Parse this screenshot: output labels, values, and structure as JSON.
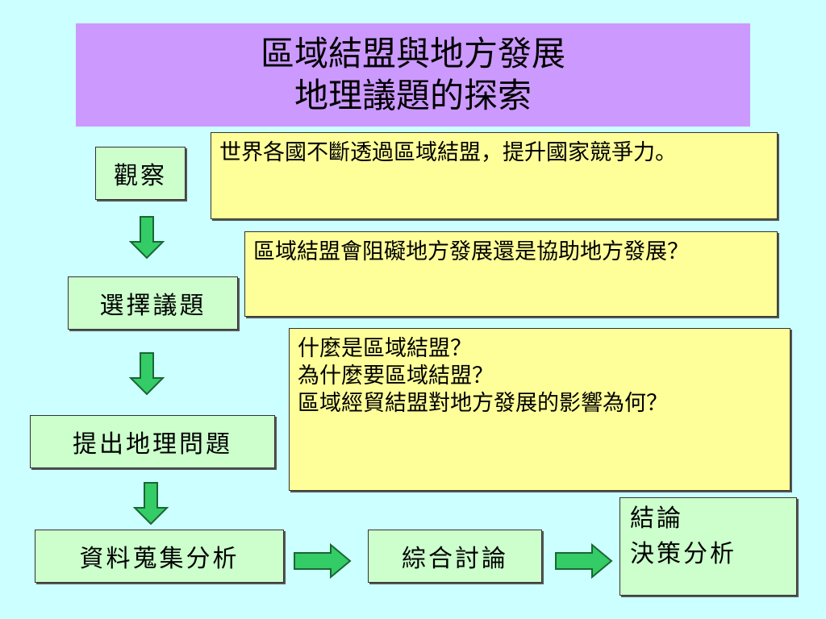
{
  "title": {
    "line1": "區域結盟與地方發展",
    "line2": "地理議題的探索"
  },
  "steps": {
    "observe": "觀察",
    "select_issue": "選擇議題",
    "ask_question": "提出地理問題",
    "collect_data": "資料蒐集分析",
    "discuss": "綜合討論",
    "conclusion_line1": "結論",
    "conclusion_line2": "決策分析"
  },
  "notes": {
    "observation": "世界各國不斷透過區域結盟，提升國家競爭力。",
    "issue": "區域結盟會阻礙地方發展還是協助地方發展？",
    "questions": [
      "什麼是區域結盟？",
      "為什麼要區域結盟？",
      "區域經貿結盟對地方發展的影響為何？"
    ]
  },
  "colors": {
    "background": "#ccffff",
    "title_bg": "#cc99ff",
    "step_bg": "#ccffcc",
    "note_bg": "#ffff99",
    "arrow_fill": "#33cc66"
  }
}
